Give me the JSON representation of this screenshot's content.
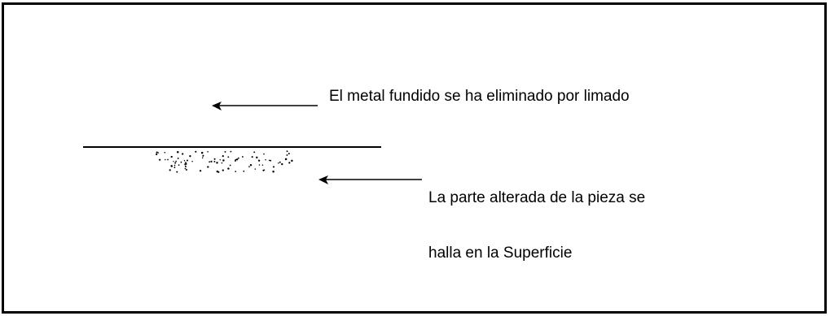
{
  "diagram": {
    "annotations": {
      "removed_metal": "El metal fundido se ha eliminado por limado",
      "altered_zone_line1": "La parte alterada de la pieza se",
      "altered_zone_line2": "halla en la Superficie"
    },
    "colors": {
      "ink": "#000000",
      "background": "#ffffff"
    }
  }
}
